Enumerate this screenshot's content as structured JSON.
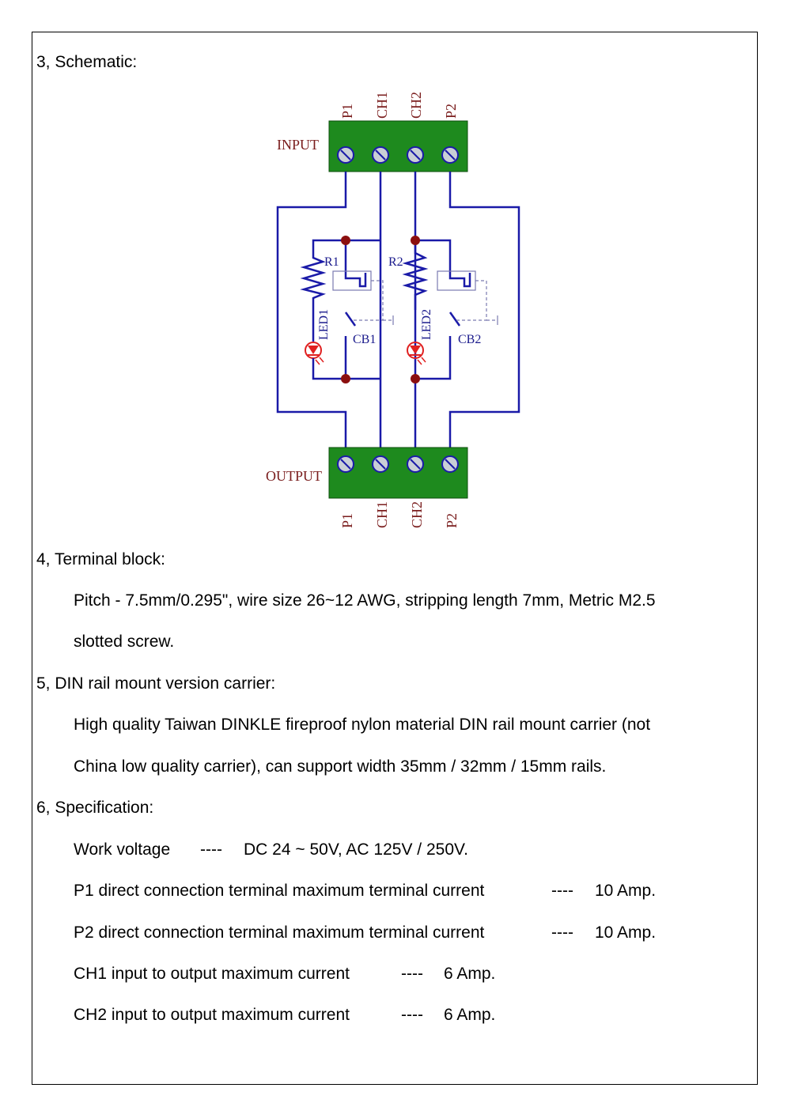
{
  "sections": {
    "schematic_heading": "3, Schematic:",
    "terminal_heading": "4, Terminal block:",
    "terminal_line1": "Pitch - 7.5mm/0.295\", wire size 26~12 AWG, stripping length 7mm, Metric M2.5",
    "terminal_line2": "slotted screw.",
    "din_heading": "5, DIN rail mount version carrier:",
    "din_line1": "High quality Taiwan DINKLE fireproof nylon material DIN rail mount carrier (not",
    "din_line2": "China low quality carrier), can support width 35mm / 32mm / 15mm rails.",
    "spec_heading": "6, Specification:"
  },
  "specs": [
    {
      "label": "Work voltage",
      "sep": "----",
      "value": "DC 24 ~ 50V, AC 125V / 250V."
    },
    {
      "label": "P1 direct connection terminal maximum terminal current",
      "sep": "----",
      "value": "10 Amp."
    },
    {
      "label": "P2 direct connection terminal maximum terminal current",
      "sep": "----",
      "value": "10 Amp."
    },
    {
      "label": "CH1 input to output maximum current",
      "sep": "----",
      "value": "6 Amp."
    },
    {
      "label": "CH2 input to output maximum current",
      "sep": "----",
      "value": "6 Amp."
    }
  ],
  "schematic": {
    "input_label": "INPUT",
    "output_label": "OUTPUT",
    "input_pins": [
      "P1",
      "CH1",
      "CH2",
      "P2"
    ],
    "output_pins": [
      "P1",
      "CH1",
      "CH2",
      "P2"
    ],
    "r1": "R1",
    "r2": "R2",
    "led1": "LED1",
    "led2": "LED2",
    "cb1": "CB1",
    "cb2": "CB2"
  },
  "colors": {
    "terminal_green": "#1e8a1e",
    "wire_blue": "#1a1aa8",
    "label_red": "#7a1d1d",
    "led_red": "#e02020"
  }
}
